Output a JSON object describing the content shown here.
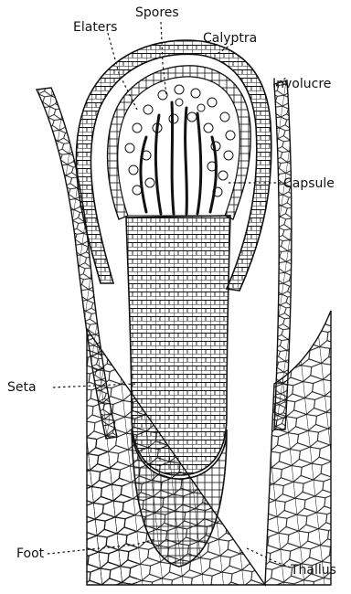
{
  "labels": {
    "elaters": "Elaters",
    "spores": "Spores",
    "calyptra": "Calyptra",
    "involucre": "Involucre",
    "capsule": "Capsule",
    "seta": "Seta",
    "foot": "Foot",
    "thallus": "Thallus"
  },
  "colors": {
    "ink": "#111111",
    "background": "#ffffff"
  }
}
